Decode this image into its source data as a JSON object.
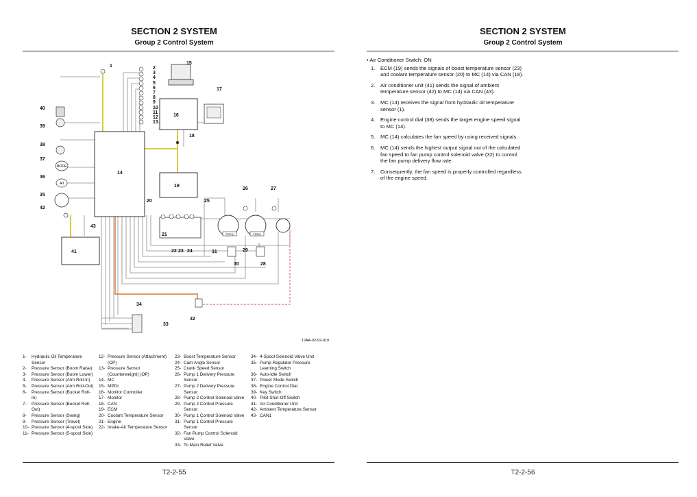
{
  "left": {
    "section_title": "SECTION 2 SYSTEM",
    "group_title": "Group 2 Control System",
    "page_number": "T2-2-55",
    "diagram": {
      "figure_id": "TJAA-02-02-019",
      "labels": {
        "c1": "1",
        "c2": "2",
        "c3": "3",
        "c4": "4",
        "c5": "5",
        "c6": "6",
        "c7": "7",
        "c8": "8",
        "c9": "9",
        "c10": "10",
        "c11": "11",
        "c12": "12",
        "c13": "13",
        "c14": "14",
        "c15": "15",
        "c16": "16",
        "c17": "17",
        "c18": "18",
        "c19": "19",
        "c20": "20",
        "c21": "21",
        "c22": "22",
        "c23": "23",
        "c24": "24",
        "c25": "25",
        "c26": "26",
        "c27": "27",
        "c28": "28",
        "c29": "29",
        "c30": "30",
        "c31": "31",
        "c32": "32",
        "c33": "33",
        "c34": "34",
        "c35": "35",
        "c36": "36",
        "c37": "37",
        "c38": "38",
        "c39": "39",
        "c40": "40",
        "c41": "41",
        "c42": "42",
        "c43": "43"
      },
      "mode_text": "MODE",
      "ai_text": "A/I",
      "freq_text": "FREQ",
      "colors": {
        "yellow": "#d8c62a",
        "orange": "#d8762a",
        "pink": "#e06a92",
        "line": "#8a8a8a"
      }
    },
    "legend": [
      [
        "1-",
        "Hydraulic Oil Temperature Sensor"
      ],
      [
        "2-",
        "Pressure Sensor (Boom Raise)"
      ],
      [
        "3-",
        "Pressure Sensor (Boom Lower)"
      ],
      [
        "4-",
        "Pressure Sensor (Arm Roll-In)"
      ],
      [
        "5-",
        "Pressure Sensor (Arm Roll-Out)"
      ],
      [
        "6-",
        "Pressure Sensor (Bucket Roll-In)"
      ],
      [
        "7-",
        "Pressure Sensor (Bucket Roll-Out)"
      ],
      [
        "8-",
        "Pressure Sensor (Swing)"
      ],
      [
        "9-",
        "Pressure Sensor (Travel)"
      ],
      [
        "10-",
        "Pressure Sensor (4-spool Side)"
      ],
      [
        "11-",
        "Pressure Sensor (5-spool Side)"
      ],
      [
        "12-",
        "Pressure Sensor (Attachment) (OP)"
      ],
      [
        "13-",
        "Pressure Sensor (Counterweight) (OP)"
      ],
      [
        "14-",
        "MC"
      ],
      [
        "15-",
        "MPDr."
      ],
      [
        "16-",
        "Monitor Controller"
      ],
      [
        "17-",
        "Monitor"
      ],
      [
        "18-",
        "CAN"
      ],
      [
        "19-",
        "ECM"
      ],
      [
        "20-",
        "Coolant Temperature Sensor"
      ],
      [
        "21-",
        "Engine"
      ],
      [
        "22-",
        "Intake-Air Temperature Sensor"
      ],
      [
        "23-",
        "Boost Temperature Sensor"
      ],
      [
        "24-",
        "Cam Angle Sensor"
      ],
      [
        "25-",
        "Crank Speed Sensor"
      ],
      [
        "26-",
        "Pump 1 Delivery Pressure Sensor"
      ],
      [
        "27-",
        "Pump 2 Delivery Pressure Sensor"
      ],
      [
        "28-",
        "Pump 2 Control Solenoid Valve"
      ],
      [
        "29-",
        "Pump 2 Control Pressure Sensor"
      ],
      [
        "30-",
        "Pump 1 Control Solenoid Valve"
      ],
      [
        "31-",
        "Pump 1 Control Pressure Sensor"
      ],
      [
        "32-",
        "Fan Pump Control Solenoid Valve"
      ],
      [
        "33-",
        "To Main Relief Valve"
      ],
      [
        "34-",
        "4-Spool Solenoid Valve Unit"
      ],
      [
        "35-",
        "Pump Regulator Pressure Learning Switch"
      ],
      [
        "36-",
        "Auto-Idle Switch"
      ],
      [
        "37-",
        "Power Mode Switch"
      ],
      [
        "38-",
        "Engine Control Dial"
      ],
      [
        "39-",
        "Key Switch"
      ],
      [
        "40-",
        "Pilot Shut-Off Switch"
      ],
      [
        "41-",
        "Air Conditioner Unit"
      ],
      [
        "42-",
        "Ambient Temperature Sensor"
      ],
      [
        "43-",
        "CAN1"
      ]
    ]
  },
  "right": {
    "section_title": "SECTION 2 SYSTEM",
    "group_title": "Group 2 Control System",
    "page_number": "T2-2-56",
    "bullet": "Air Conditioner Switch: ON",
    "steps": [
      [
        "1.",
        "ECM (19) sends the signals of boost temperature sensor (23) and coolant temperature sensor (20) to MC (14) via CAN (18)."
      ],
      [
        "2.",
        "Air conditioner unit (41) sends the signal of ambient temperature sensor (42) to MC (14) via CAN (43)."
      ],
      [
        "3.",
        "MC (14) receives the signal from hydraulic oil temperature sensor (1)."
      ],
      [
        "4.",
        "Engine control dial (38) sends the target engine speed signal to MC (14)."
      ],
      [
        "5.",
        "MC (14) calculates the fan speed by using received signals."
      ],
      [
        "6.",
        "MC (14) sends the highest output signal out of the calculated fan speed to fan pump control solenoid valve (32) to control the fan pump delivery flow rate."
      ],
      [
        "7.",
        "Consequently, the fan speed is properly controlled regardless of the engine speed."
      ]
    ]
  }
}
